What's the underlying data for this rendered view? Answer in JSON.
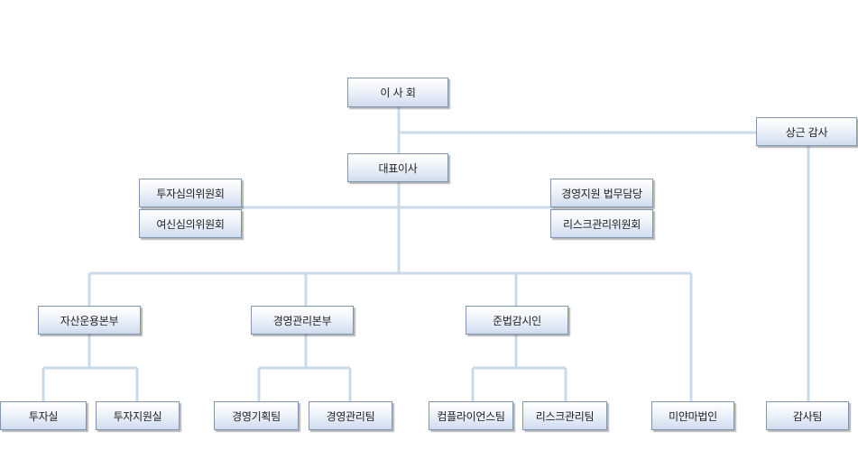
{
  "org_chart": {
    "board": "이 사 회",
    "auditor": "상근 감사",
    "ceo": "대표이사",
    "committees_left": [
      "투자심의위원회",
      "여신심의위원회"
    ],
    "committees_right": [
      "경영지원 법무담당",
      "리스크관리위원회"
    ],
    "divisions": {
      "asset_mgmt": "자산운용본부",
      "mgmt": "경영관리본부",
      "compliance": "준법감시인",
      "myanmar": "미얀마법인"
    },
    "teams": {
      "investment": "투자실",
      "investment_support": "투자지원실",
      "planning": "경영기획팀",
      "management": "경영관리팀",
      "compliance_team": "컴플라이언스팀",
      "risk": "리스크관리팀",
      "audit": "감사팀"
    },
    "line_color": "#c9daea",
    "box_border_color": "#7f97b3"
  }
}
